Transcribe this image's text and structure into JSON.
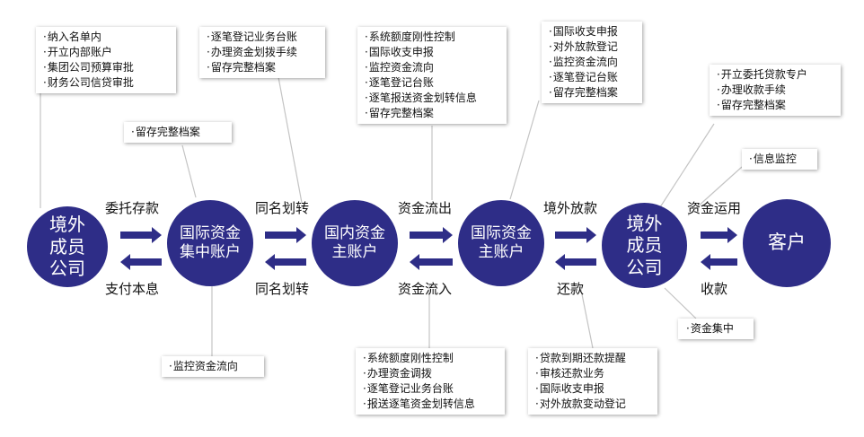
{
  "nodes": [
    {
      "id": "overseas-member-1",
      "lines": [
        "境外",
        "成员",
        "公司"
      ]
    },
    {
      "id": "intl-pool",
      "lines": [
        "国际资金",
        "集中账户"
      ]
    },
    {
      "id": "domestic-main",
      "lines": [
        "国内资金",
        "主账户"
      ]
    },
    {
      "id": "intl-main",
      "lines": [
        "国际资金",
        "主账户"
      ]
    },
    {
      "id": "overseas-member-2",
      "lines": [
        "境外",
        "成员",
        "公司"
      ]
    },
    {
      "id": "customer",
      "lines": [
        "客户"
      ]
    }
  ],
  "flows": [
    {
      "top": "委托存款",
      "bottom": "支付本息"
    },
    {
      "top": "同名划转",
      "bottom": "同名划转"
    },
    {
      "top": "资金流出",
      "bottom": "资金流入"
    },
    {
      "top": "境外放款",
      "bottom": "还款"
    },
    {
      "top": "资金运用",
      "bottom": "收款"
    }
  ],
  "notes": {
    "n1": [
      "纳入名单内",
      "开立内部账户",
      "集团公司预算审批",
      "财务公司信贷审批"
    ],
    "n2": [
      "留存完整档案"
    ],
    "n3": [
      "逐笔登记业务台账",
      "办理资金划拨手续",
      "留存完整档案"
    ],
    "n4": [
      "系统额度刚性控制",
      "国际收支申报",
      "监控资金流向",
      "逐笔登记台账",
      "逐笔报送资金划转信息",
      "留存完整档案"
    ],
    "n5": [
      "国际收支申报",
      "对外放款登记",
      "监控资金流向",
      "逐笔登记台账",
      "留存完整档案"
    ],
    "n6": [
      "开立委托贷款专户",
      "办理收款手续",
      "留存完整档案"
    ],
    "n7": [
      "信息监控"
    ],
    "n8": [
      "监控资金流向"
    ],
    "n9": [
      "系统额度刚性控制",
      "办理资金调拨",
      "逐笔登记业务台账",
      "报送逐笔资金划转信息"
    ],
    "n10": [
      "贷款到期还款提醒",
      "审核还款业务",
      "国际收支申报",
      "对外放款变动登记"
    ],
    "n11": [
      "资金集中"
    ]
  },
  "colors": {
    "node": "#2e2d87",
    "arrow": "#2e2d87",
    "connector": "#c4c4c4"
  }
}
